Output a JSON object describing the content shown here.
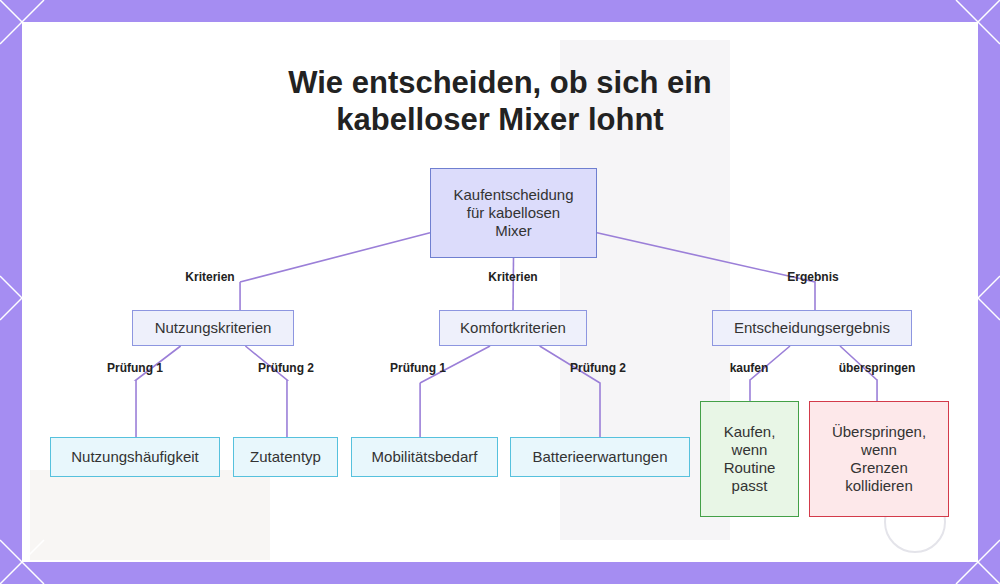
{
  "diagram": {
    "title": "Wie entscheiden, ob sich ein kabelloser Mixer lohnt",
    "nodes": [
      {
        "text": [
          "Kaufentscheidung für kabellosen Mixer"
        ]
      },
      {
        "text": [
          "Nutzungskriterien"
        ]
      },
      {
        "text": [
          "Komfortkriterien"
        ]
      },
      {
        "text": [
          "Entscheidungsergebnis"
        ]
      },
      {
        "text": [
          "Nutzungshäufigkeit"
        ]
      },
      {
        "text": [
          "Zutatentyp"
        ]
      },
      {
        "text": [
          "Mobilitätsbedarf"
        ]
      },
      {
        "text": [
          "Batterieerwartungen"
        ]
      },
      {
        "text": [
          "Kaufen, wenn Routine passt"
        ]
      },
      {
        "text": [
          "Überspringen, wenn Grenzen kollidieren"
        ]
      }
    ],
    "edges": [
      {
        "from": 0,
        "to": 1,
        "label": "Kriterien",
        "arrow": "none"
      },
      {
        "from": 0,
        "to": 2,
        "label": "Kriterien",
        "arrow": "none"
      },
      {
        "from": 0,
        "to": 3,
        "label": "Ergebnis",
        "arrow": "none"
      },
      {
        "from": 1,
        "to": 4,
        "label": "Prüfung 1",
        "arrow": "none"
      },
      {
        "from": 1,
        "to": 5,
        "label": "Prüfung 2",
        "arrow": "none"
      },
      {
        "from": 2,
        "to": 6,
        "label": "Prüfung 1",
        "arrow": "none"
      },
      {
        "from": 2,
        "to": 7,
        "label": "Prüfung 2",
        "arrow": "none"
      },
      {
        "from": 3,
        "to": 8,
        "label": "kaufen",
        "arrow": "none"
      },
      {
        "from": 3,
        "to": 9,
        "label": "überspringen",
        "arrow": "none"
      }
    ]
  }
}
